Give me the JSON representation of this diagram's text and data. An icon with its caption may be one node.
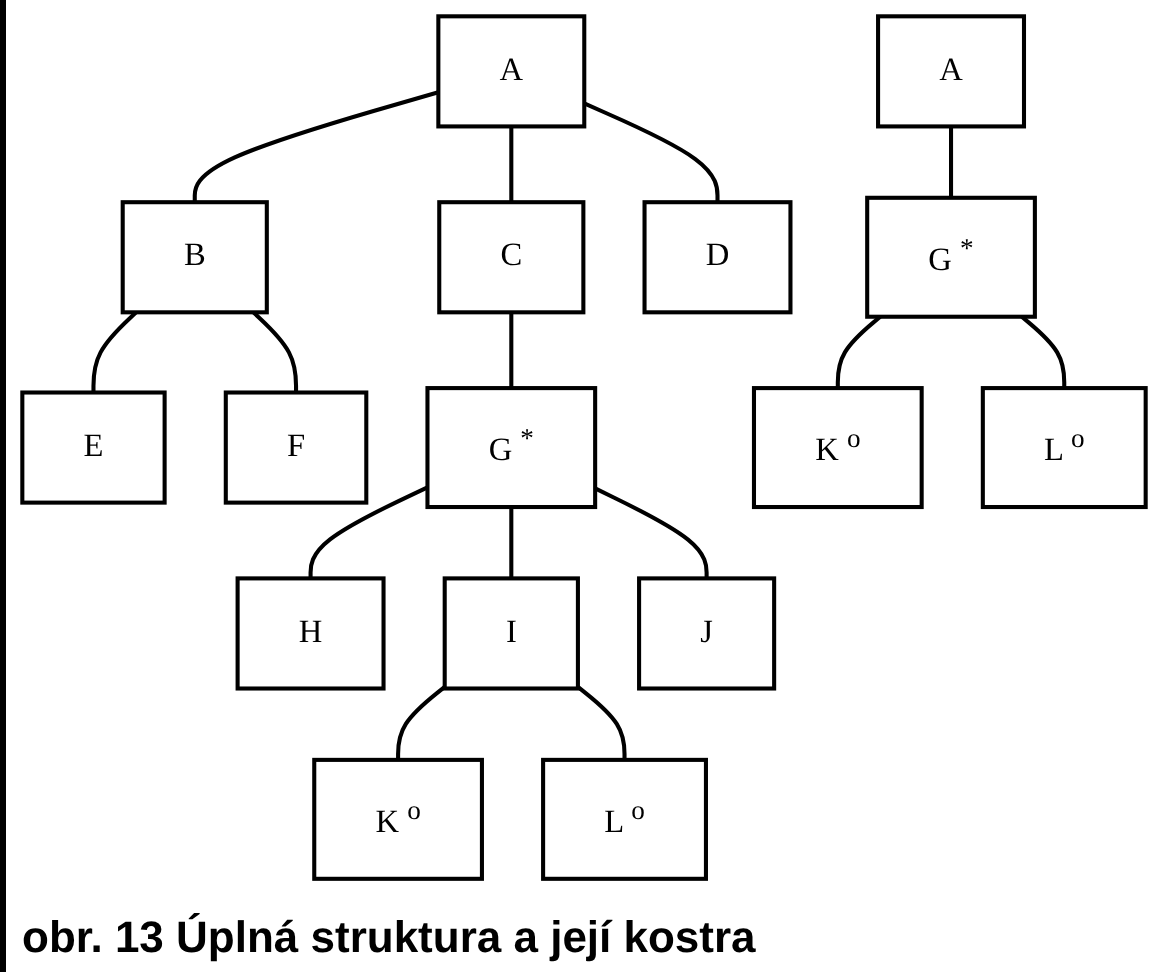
{
  "diagram": {
    "caption": "obr. 13 Úplná struktura a její kostra",
    "nodes": [
      {
        "text": [
          "A"
        ]
      },
      {
        "text": [
          "B"
        ]
      },
      {
        "text": [
          "C"
        ]
      },
      {
        "text": [
          "D"
        ]
      },
      {
        "text": [
          "E"
        ]
      },
      {
        "text": [
          "F"
        ]
      },
      {
        "text": [
          "G",
          "*"
        ]
      },
      {
        "text": [
          "H"
        ]
      },
      {
        "text": [
          "I"
        ]
      },
      {
        "text": [
          "J"
        ]
      },
      {
        "text": [
          "K",
          "o"
        ]
      },
      {
        "text": [
          "L",
          "o"
        ]
      },
      {
        "text": [
          "A"
        ]
      },
      {
        "text": [
          "G",
          "*"
        ]
      },
      {
        "text": [
          "K",
          "o"
        ]
      },
      {
        "text": [
          "L",
          "o"
        ]
      }
    ],
    "edges": [
      {
        "from": 0,
        "to": 1,
        "arrow": "none"
      },
      {
        "from": 0,
        "to": 2,
        "arrow": "none"
      },
      {
        "from": 0,
        "to": 3,
        "arrow": "none"
      },
      {
        "from": 1,
        "to": 4,
        "arrow": "none"
      },
      {
        "from": 1,
        "to": 5,
        "arrow": "none"
      },
      {
        "from": 2,
        "to": 6,
        "arrow": "none"
      },
      {
        "from": 6,
        "to": 7,
        "arrow": "none"
      },
      {
        "from": 6,
        "to": 8,
        "arrow": "none"
      },
      {
        "from": 6,
        "to": 9,
        "arrow": "none"
      },
      {
        "from": 8,
        "to": 10,
        "arrow": "none"
      },
      {
        "from": 8,
        "to": 11,
        "arrow": "none"
      },
      {
        "from": 12,
        "to": 13,
        "arrow": "none"
      },
      {
        "from": 13,
        "to": 14,
        "arrow": "none"
      },
      {
        "from": 13,
        "to": 15,
        "arrow": "none"
      }
    ]
  }
}
